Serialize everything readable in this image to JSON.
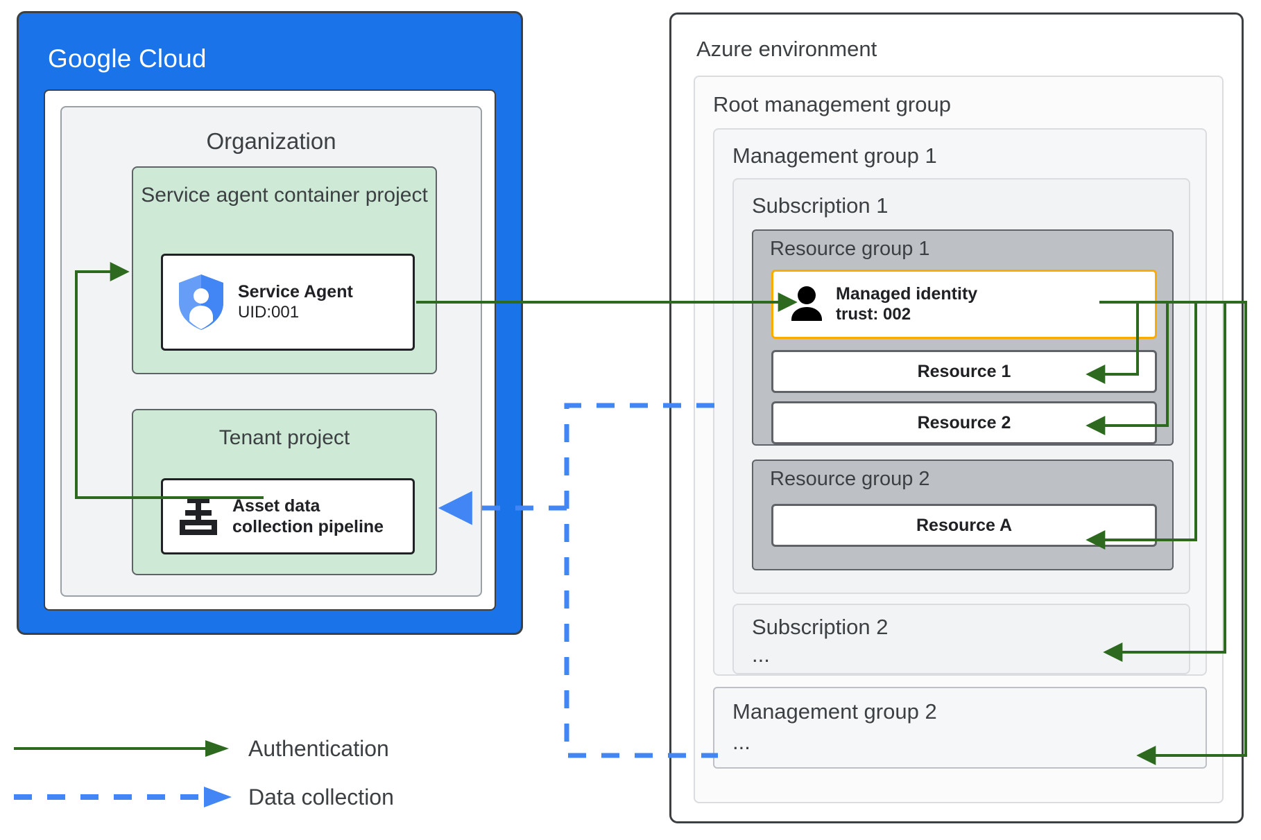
{
  "google_cloud": {
    "logo_bold": "Google",
    "logo_light": "Cloud",
    "organization_title": "Organization",
    "service_agent_project": {
      "title": "Service agent container project",
      "card": {
        "icon": "shield-person-icon",
        "title": "Service Agent",
        "subtitle": "UID:001"
      }
    },
    "tenant_project": {
      "title": "Tenant  project",
      "card": {
        "icon": "pipeline-valve-icon",
        "line1": "Asset data",
        "line2": "collection pipeline"
      }
    }
  },
  "azure": {
    "title": "Azure environment",
    "root_management_group": "Root management group",
    "management_group_1": "Management group 1",
    "subscription_1": "Subscription 1",
    "resource_group_1": {
      "title": "Resource group 1",
      "managed_identity": {
        "icon": "person-icon",
        "title": "Managed identity",
        "subtitle": "trust: 002"
      },
      "resources": [
        "Resource 1",
        "Resource 2"
      ]
    },
    "resource_group_2": {
      "title": "Resource group 2",
      "resources": [
        "Resource A"
      ]
    },
    "subscription_2": {
      "title": "Subscription 2",
      "ellipsis": "..."
    },
    "management_group_2": {
      "title": "Management group 2",
      "ellipsis": "..."
    }
  },
  "legend": {
    "authentication": "Authentication",
    "data_collection": "Data collection"
  },
  "colors": {
    "google_blue": "#1a73e8",
    "auth_green": "#2d6a1f",
    "data_blue": "#4285f4",
    "project_green": "#ceead6",
    "identity_amber": "#f9ab00",
    "resource_group_gray": "#bdc1c6"
  }
}
